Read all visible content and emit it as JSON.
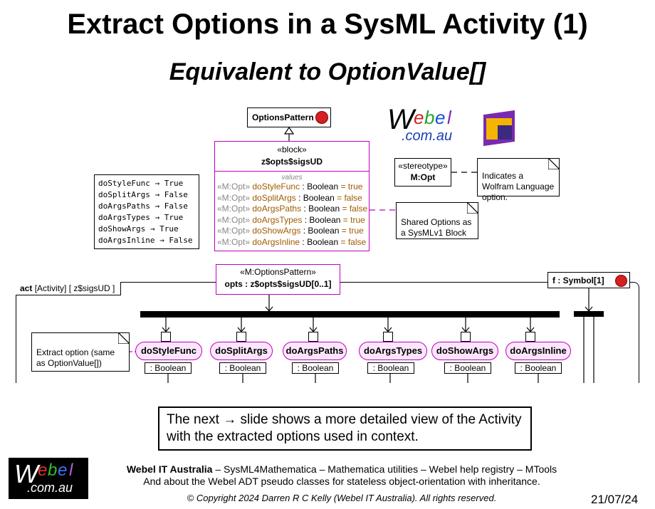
{
  "page": {
    "title": "Extract Options in a SysML Activity (1)",
    "subtitle": "Equivalent to OptionValue[]"
  },
  "diagram": {
    "options_pattern": "OptionsPattern",
    "block": {
      "stereotype": "«block»",
      "name": "z$opts$sigsUD",
      "values_label": "values",
      "properties": [
        {
          "stereo": "«M:Opt»",
          "name": "doStyleFunc",
          "type": " : Boolean",
          "eq": " = true"
        },
        {
          "stereo": "«M:Opt»",
          "name": "doSplitArgs",
          "type": " : Boolean",
          "eq": " = false"
        },
        {
          "stereo": "«M:Opt»",
          "name": "doArgsPaths",
          "type": " : Boolean",
          "eq": " = false"
        },
        {
          "stereo": "«M:Opt»",
          "name": "doArgsTypes",
          "type": " : Boolean",
          "eq": " = true"
        },
        {
          "stereo": "«M:Opt»",
          "name": "doShowArgs",
          "type": " : Boolean",
          "eq": " = true"
        },
        {
          "stereo": "«M:Opt»",
          "name": "doArgsInline",
          "type": " : Boolean",
          "eq": " = false"
        }
      ]
    },
    "rules_list": [
      "doStyleFunc → True",
      "doSplitArgs → False",
      "doArgsPaths → False",
      "doArgsTypes → True",
      "doShowArgs → True",
      "doArgsInline → False"
    ],
    "stereotype_box": {
      "stereotype": "«stereotype»",
      "name": "M:Opt"
    },
    "note_wolfram": "Indicates a Wolfram Language option.",
    "note_shared": "Shared Options as a SysMLv1 Block",
    "activity": {
      "frame_kind": "act",
      "frame_label": "[Activity]",
      "frame_name": "[ z$sigsUD ]",
      "param_stereotype": "«M:OptionsPattern»",
      "param_name": "opts : z$opts$sigsUD[0..1]",
      "symbol_param": "f : Symbol[1]",
      "note_extract": "Extract option (same as OptionValue[])",
      "actions": [
        {
          "name": "doStyleFunc",
          "type": ": Boolean"
        },
        {
          "name": "doSplitArgs",
          "type": ": Boolean"
        },
        {
          "name": "doArgsPaths",
          "type": ": Boolean"
        },
        {
          "name": "doArgsTypes",
          "type": ": Boolean"
        },
        {
          "name": "doShowArgs",
          "type": ": Boolean"
        },
        {
          "name": "doArgsInline",
          "type": ": Boolean"
        }
      ]
    },
    "logo": {
      "w": "W",
      "e": "e",
      "b": "b",
      "e2": "e",
      "l": "l",
      "domain": ".com.au"
    },
    "colors": {
      "accent": "#c000c0",
      "action_fill": "#fce6fc"
    }
  },
  "callout": "The next → slide shows a more detailed view of the Activity with the extracted options used in context.",
  "footer": {
    "company": "Webel IT Australia",
    "links": "– SysML4Mathematica – Mathematica utilities – Webel help registry – MTools",
    "line2": "And about the Webel ADT pseudo classes for stateless object-orientation with inheritance.",
    "copyright": "© Copyright 2024 Darren R C Kelly (Webel IT Australia). All rights reserved.",
    "date": "21/07/24"
  }
}
